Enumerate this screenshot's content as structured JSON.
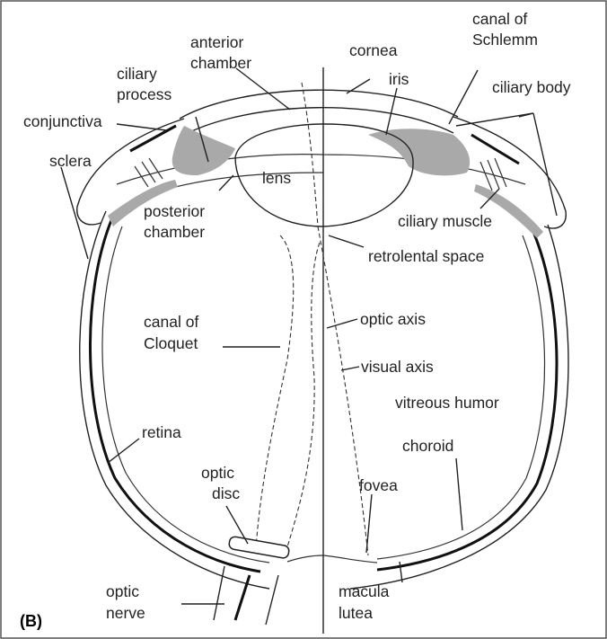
{
  "figure": {
    "panel_label": "(B)",
    "labels": {
      "anterior_chamber": [
        "anterior",
        "chamber"
      ],
      "cornea": "cornea",
      "canal_of_schlemm": [
        "canal of",
        "Schlemm"
      ],
      "ciliary_process": [
        "ciliary",
        "process"
      ],
      "iris": "iris",
      "ciliary_body": "ciliary body",
      "conjunctiva": "conjunctiva",
      "sclera": "sclera",
      "lens": "lens",
      "posterior_chamber": [
        "posterior",
        "chamber"
      ],
      "ciliary_muscle": "ciliary muscle",
      "retrolental_space": "retrolental space",
      "canal_of_cloquet": [
        "canal of",
        "Cloquet"
      ],
      "optic_axis": "optic axis",
      "visual_axis": "visual axis",
      "vitreous_humor": "vitreous humor",
      "retina": "retina",
      "choroid": "choroid",
      "optic_disc": [
        "optic",
        "disc"
      ],
      "fovea": "fovea",
      "optic_nerve": [
        "optic",
        "nerve"
      ],
      "macula_lutea": [
        "macula",
        "lutea"
      ]
    }
  },
  "colors": {
    "line": "#222222",
    "tissue_grey": "#a9a9a9",
    "border": "#555555"
  }
}
